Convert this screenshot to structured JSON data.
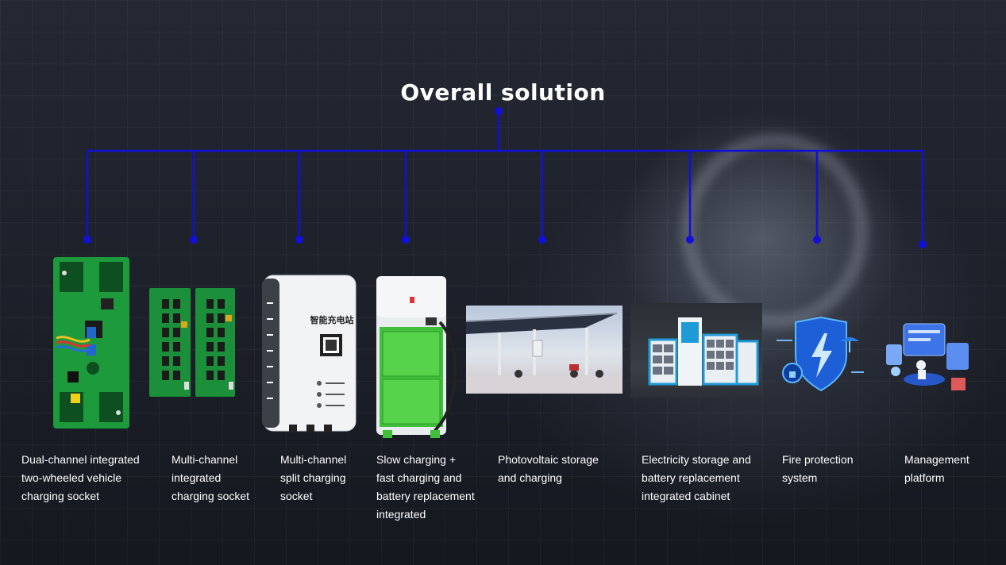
{
  "title": "Overall solution",
  "station_text": "智能充电站",
  "items": [
    {
      "label": "Dual-channel integrated\ntwo-wheeled vehicle\ncharging socket"
    },
    {
      "label": "Multi-channel\nintegrated\ncharging socket"
    },
    {
      "label": "Multi-channel\nsplit charging\nsocket"
    },
    {
      "label": "Slow charging +\nfast charging and\nbattery replacement\n integrated"
    },
    {
      "label": "Photovoltaic storage\nand charging"
    },
    {
      "label": "Electricity storage and\nbattery replacement\nintegrated cabinet"
    },
    {
      "label": "Fire protection\nsystem"
    },
    {
      "label": "Management\nplatform"
    }
  ],
  "colors": {
    "connector": "#1010d8",
    "background": "#1b1f27",
    "pcb": "#1d9a3c",
    "charger_green": "#3fbf3a"
  }
}
